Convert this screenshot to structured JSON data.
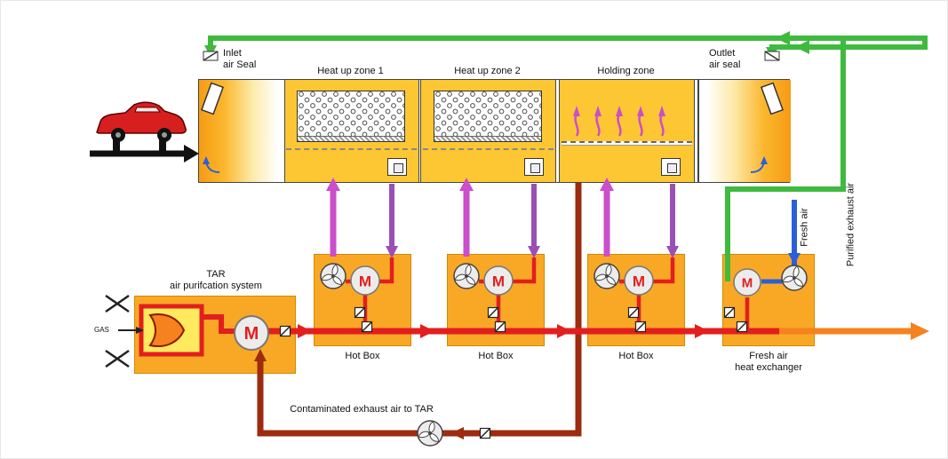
{
  "zones": {
    "inlet": {
      "line1": "Inlet",
      "line2": "air Seal"
    },
    "heatup1": {
      "label": "Heat up zone 1"
    },
    "heatup2": {
      "label": "Heat up zone 2"
    },
    "holding": {
      "label": "Holding zone"
    },
    "outlet": {
      "line1": "Outlet",
      "line2": "air seal"
    }
  },
  "tar": {
    "line1": "TAR",
    "line2": "air purifcation system",
    "gas": "GAS",
    "motor": "M"
  },
  "hotboxes": {
    "box1": {
      "label": "Hot Box",
      "motor": "M"
    },
    "box2": {
      "label": "Hot Box",
      "motor": "M"
    },
    "box3": {
      "label": "Hot Box",
      "motor": "M"
    }
  },
  "exchanger": {
    "line1": "Fresh air",
    "line2": "heat exchanger",
    "motor": "M"
  },
  "flows": {
    "fresh_air": "Fresh air",
    "purified": "Purified exhaust air",
    "contaminated": "Contaminated exhaust air to TAR"
  },
  "colors": {
    "green": "#3fba3f",
    "magenta": "#cb4ecb",
    "purple": "#9a4fb5",
    "red": "#e31e1e",
    "dark_red": "#9c2b10",
    "blue": "#2b5fd9",
    "orange_flow": "#f5821f",
    "box_orange": "#f9a825",
    "zone_yellow": "#fdc733"
  }
}
